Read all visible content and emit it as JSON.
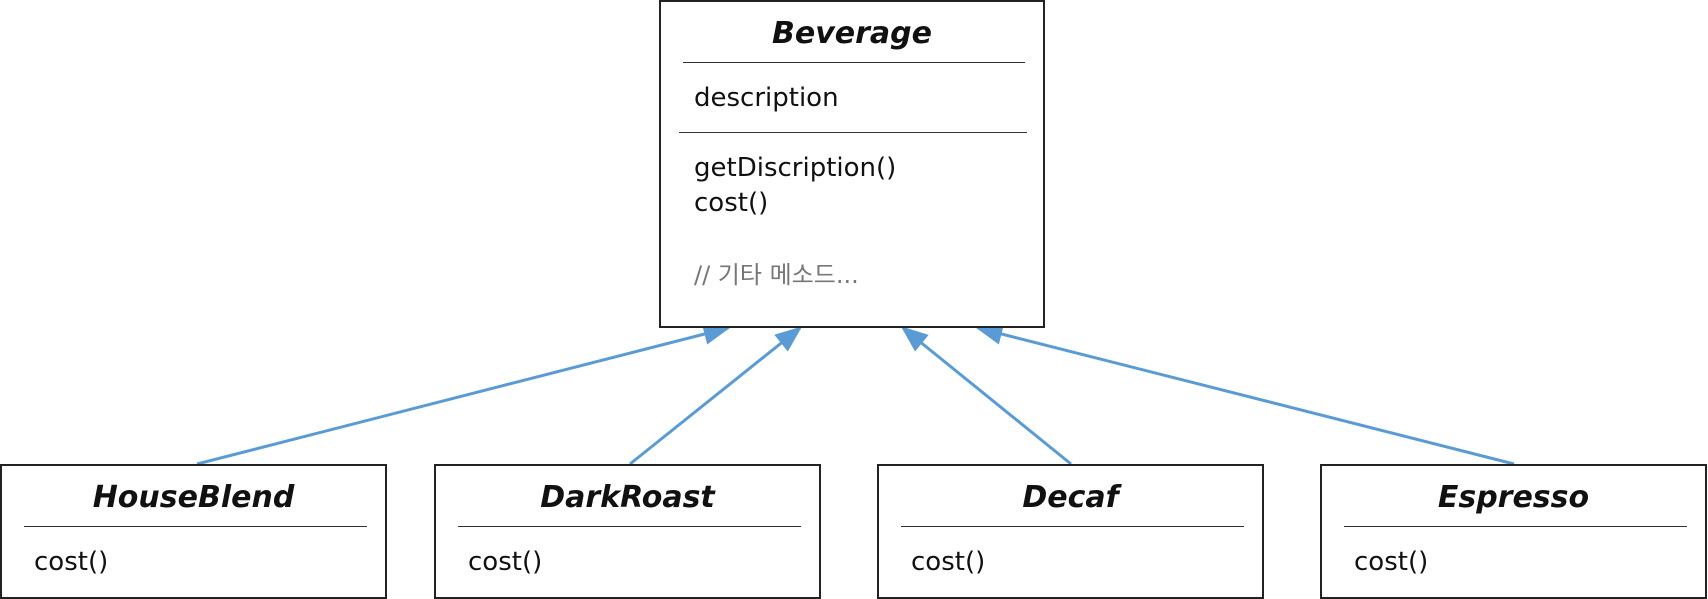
{
  "parent": {
    "name": "Beverage",
    "attributes": [
      "description"
    ],
    "methods": [
      "getDiscription()",
      "cost()"
    ],
    "comment": "// 기타 메소드..."
  },
  "children": [
    {
      "name": "HouseBlend",
      "methods": [
        "cost()"
      ]
    },
    {
      "name": "DarkRoast",
      "methods": [
        "cost()"
      ]
    },
    {
      "name": "Decaf",
      "methods": [
        "cost()"
      ]
    },
    {
      "name": "Espresso",
      "methods": [
        "cost()"
      ]
    }
  ],
  "colors": {
    "arrow": "#5b9bd5",
    "border": "#222222",
    "comment": "#777777"
  }
}
